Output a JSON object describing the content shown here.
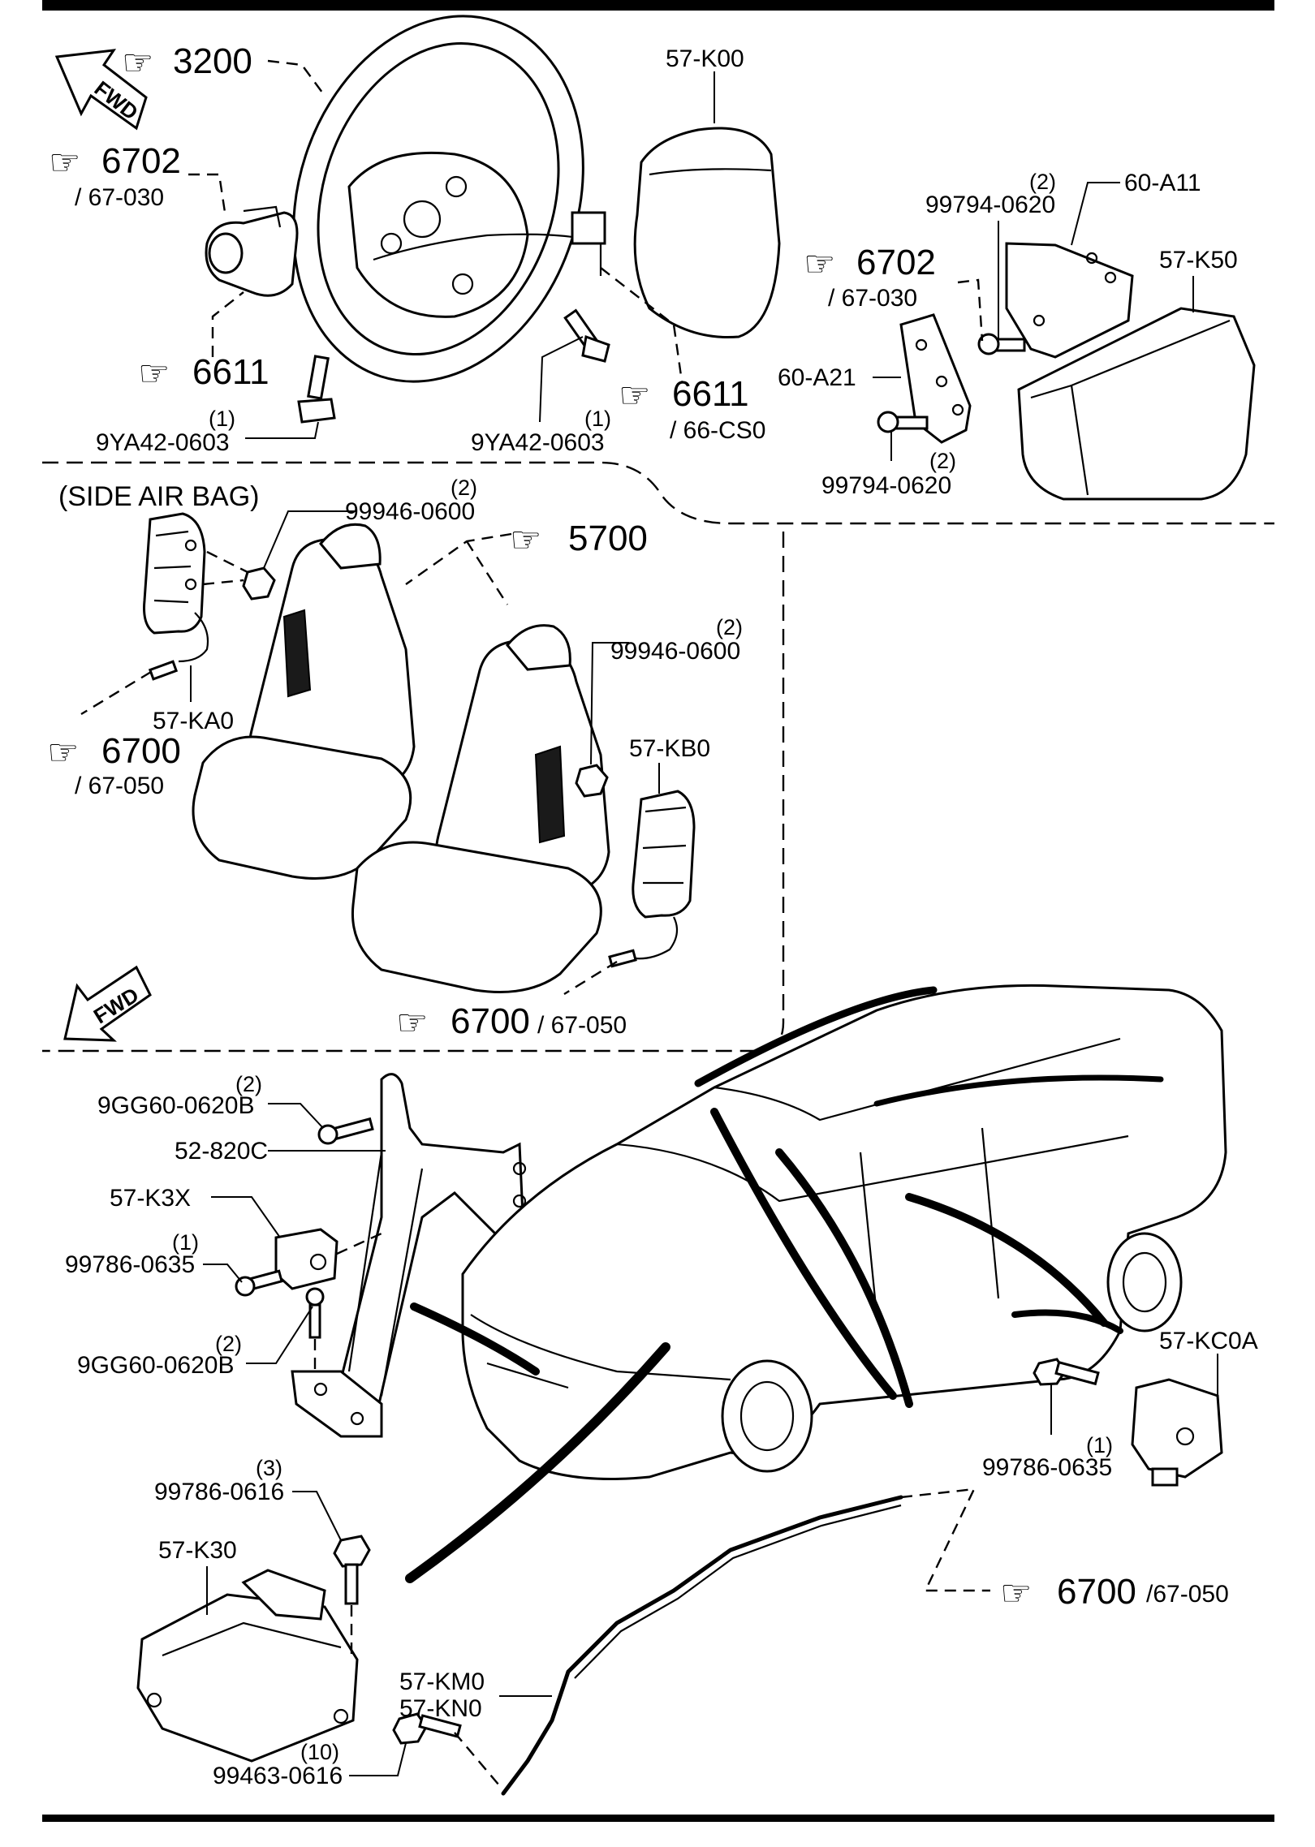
{
  "fwd_label": "FWD",
  "section_title": "(SIDE AIR BAG)",
  "references": [
    {
      "id": "ref-3200",
      "num": "3200",
      "sub": ""
    },
    {
      "id": "ref-6702-a",
      "num": "6702",
      "sub": "/ 67-030"
    },
    {
      "id": "ref-6611-a",
      "num": "6611",
      "sub": ""
    },
    {
      "id": "ref-6611-b",
      "num": "6611",
      "sub": "/ 66-CS0"
    },
    {
      "id": "ref-6702-b",
      "num": "6702",
      "sub": "/ 67-030"
    },
    {
      "id": "ref-5700",
      "num": "5700",
      "sub": ""
    },
    {
      "id": "ref-6700-a",
      "num": "6700",
      "sub": "/ 67-050"
    },
    {
      "id": "ref-6700-b",
      "num": "6700",
      "sub": "/ 67-050"
    },
    {
      "id": "ref-6700-c",
      "num": "6700",
      "sub": "/67-050"
    }
  ],
  "parts": [
    {
      "id": "p-57-K00",
      "pn": "57-K00",
      "qty": ""
    },
    {
      "id": "p-99794-0620-a",
      "pn": "99794-0620",
      "qty": "(2)"
    },
    {
      "id": "p-60-A11",
      "pn": "60-A11",
      "qty": ""
    },
    {
      "id": "p-57-K50",
      "pn": "57-K50",
      "qty": ""
    },
    {
      "id": "p-60-A21",
      "pn": "60-A21",
      "qty": ""
    },
    {
      "id": "p-99794-0620-b",
      "pn": "99794-0620",
      "qty": "(2)"
    },
    {
      "id": "p-9YA42-0603-a",
      "pn": "9YA42-0603",
      "qty": "(1)"
    },
    {
      "id": "p-9YA42-0603-b",
      "pn": "9YA42-0603",
      "qty": "(1)"
    },
    {
      "id": "p-99946-0600-a",
      "pn": "99946-0600",
      "qty": "(2)"
    },
    {
      "id": "p-57-KA0",
      "pn": "57-KA0",
      "qty": ""
    },
    {
      "id": "p-99946-0600-b",
      "pn": "99946-0600",
      "qty": "(2)"
    },
    {
      "id": "p-57-KB0",
      "pn": "57-KB0",
      "qty": ""
    },
    {
      "id": "p-9GG60-0620B-a",
      "pn": "9GG60-0620B",
      "qty": "(2)"
    },
    {
      "id": "p-52-820C",
      "pn": "52-820C",
      "qty": ""
    },
    {
      "id": "p-57-K3X",
      "pn": "57-K3X",
      "qty": ""
    },
    {
      "id": "p-99786-0635-a",
      "pn": "99786-0635",
      "qty": "(1)"
    },
    {
      "id": "p-9GG60-0620B-b",
      "pn": "9GG60-0620B",
      "qty": "(2)"
    },
    {
      "id": "p-57-KC0A",
      "pn": "57-KC0A",
      "qty": ""
    },
    {
      "id": "p-99786-0635-b",
      "pn": "99786-0635",
      "qty": "(1)"
    },
    {
      "id": "p-99786-0616",
      "pn": "99786-0616",
      "qty": "(3)"
    },
    {
      "id": "p-57-K30",
      "pn": "57-K30",
      "qty": ""
    },
    {
      "id": "p-57-KM0",
      "pn": "57-KM0",
      "qty": ""
    },
    {
      "id": "p-57-KN0",
      "pn": "57-KN0",
      "qty": ""
    },
    {
      "id": "p-99463-0616",
      "pn": "99463-0616",
      "qty": "(10)"
    }
  ]
}
